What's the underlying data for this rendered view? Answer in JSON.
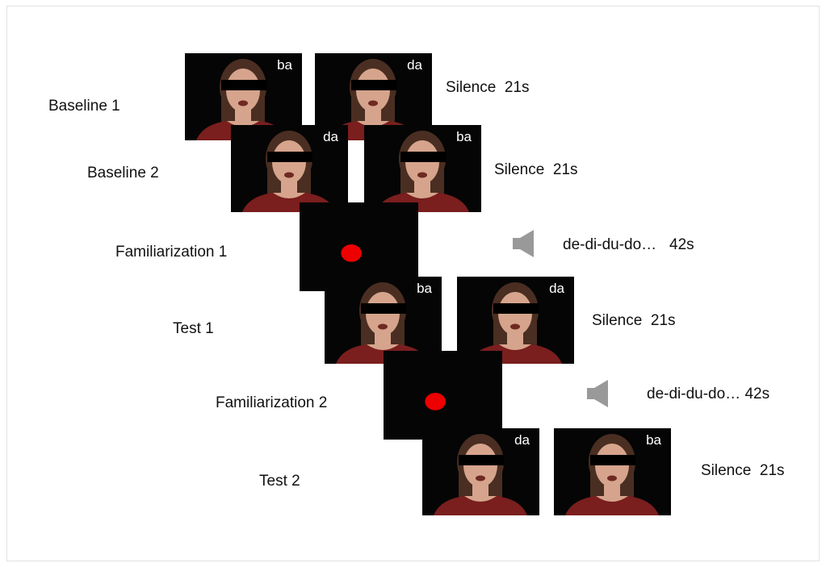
{
  "phases": [
    {
      "label": "Baseline 1",
      "stimuli": [
        {
          "type": "face",
          "syllable": "ba"
        },
        {
          "type": "face",
          "syllable": "da"
        }
      ],
      "audio": "",
      "duration_text": "Silence  21s"
    },
    {
      "label": "Baseline 2",
      "stimuli": [
        {
          "type": "face",
          "syllable": "da"
        },
        {
          "type": "face",
          "syllable": "ba"
        }
      ],
      "audio": "",
      "duration_text": "Silence  21s"
    },
    {
      "label": "Familiarization 1",
      "stimuli": [
        {
          "type": "dot"
        }
      ],
      "audio": "speaker-icon",
      "duration_text": "de-di-du-do…   42s"
    },
    {
      "label": "Test 1",
      "stimuli": [
        {
          "type": "face",
          "syllable": "ba"
        },
        {
          "type": "face",
          "syllable": "da"
        }
      ],
      "audio": "",
      "duration_text": "Silence  21s"
    },
    {
      "label": "Familiarization 2",
      "stimuli": [
        {
          "type": "dot"
        }
      ],
      "audio": "speaker-icon",
      "duration_text": "de-di-du-do… 42s"
    },
    {
      "label": "Test 2",
      "stimuli": [
        {
          "type": "face",
          "syllable": "da"
        },
        {
          "type": "face",
          "syllable": "ba"
        }
      ],
      "audio": "",
      "duration_text": "Silence  21s"
    }
  ],
  "colors": {
    "screen": "#050505",
    "dot": "#ee0000",
    "speaker": "#999999",
    "shirt": "#7a1e1e",
    "skin": "#d6a48c",
    "hair": "#4a2e22"
  }
}
